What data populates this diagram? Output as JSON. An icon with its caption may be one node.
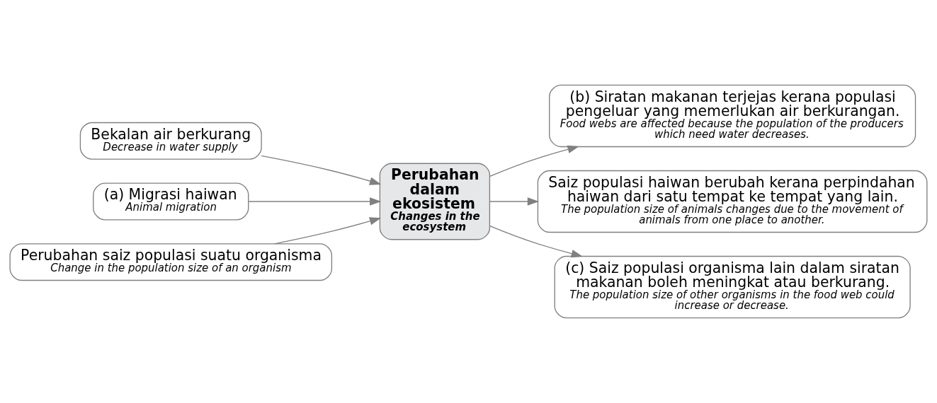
{
  "diagram": {
    "nodes": [
      {
        "text": [
          "Bekalan air berkurang",
          "Decrease in water supply"
        ]
      },
      {
        "text": [
          "(a) Migrasi haiwan",
          "Animal migration"
        ]
      },
      {
        "text": [
          "Perubahan saiz populasi suatu organisma",
          "Change in the population size of an organism"
        ]
      },
      {
        "text": [
          "Perubahan dalam ekosistem",
          "Changes in the ecosystem"
        ]
      },
      {
        "text": [
          "(b) Siratan makanan terjejas kerana populasi pengeluar yang memerlukan air berkurangan.",
          "Food webs are affected because the population of the producers which need water decreases."
        ]
      },
      {
        "text": [
          "Saiz populasi haiwan berubah kerana perpindahan haiwan dari satu tempat ke tempat yang lain.",
          "The population size of animals changes due to the movement of animals from one place to another."
        ]
      },
      {
        "text": [
          "(c) Saiz populasi organisma lain dalam siratan makanan boleh meningkat atau berkurang.",
          "The population size of other organisms in the food web could increase or decrease."
        ]
      }
    ],
    "edges": [
      {
        "from": 0,
        "to": 3,
        "arrow": "to"
      },
      {
        "from": 1,
        "to": 3,
        "arrow": "to"
      },
      {
        "from": 2,
        "to": 3,
        "arrow": "to"
      },
      {
        "from": 3,
        "to": 4,
        "arrow": "to"
      },
      {
        "from": 3,
        "to": 5,
        "arrow": "to"
      },
      {
        "from": 3,
        "to": 6,
        "arrow": "to"
      }
    ]
  }
}
